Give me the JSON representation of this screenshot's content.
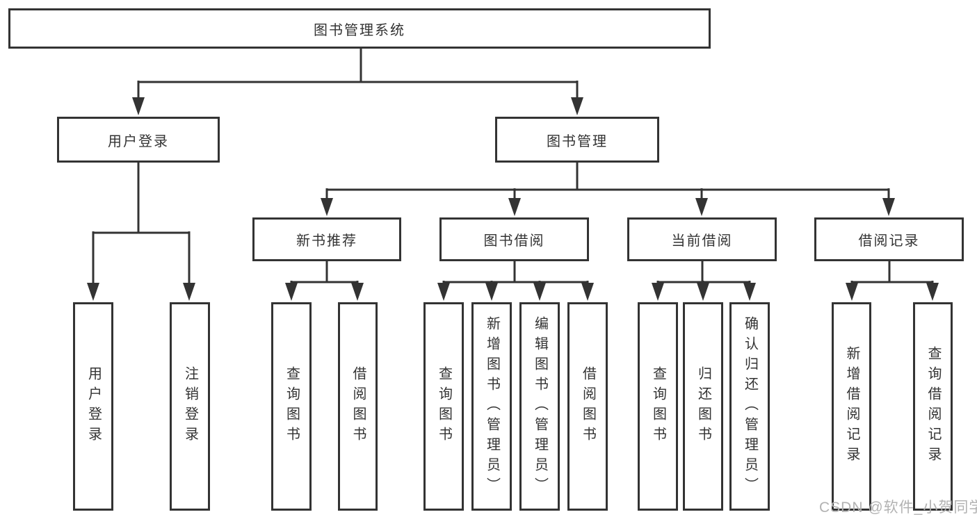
{
  "root": {
    "label": "图书管理系统",
    "children": [
      {
        "label": "用户登录",
        "children": [
          {
            "label": "用户登录"
          },
          {
            "label": "注销登录"
          }
        ]
      },
      {
        "label": "图书管理",
        "children": [
          {
            "label": "新书推荐",
            "children": [
              {
                "label": "查询图书"
              },
              {
                "label": "借阅图书"
              }
            ]
          },
          {
            "label": "图书借阅",
            "children": [
              {
                "label": "查询图书"
              },
              {
                "label": "新增图书（管理员）"
              },
              {
                "label": "编辑图书（管理员）"
              },
              {
                "label": "借阅图书"
              }
            ]
          },
          {
            "label": "当前借阅",
            "children": [
              {
                "label": "查询图书"
              },
              {
                "label": "归还图书"
              },
              {
                "label": "确认归还（管理员）"
              }
            ]
          },
          {
            "label": "借阅记录",
            "children": [
              {
                "label": "新增借阅记录"
              },
              {
                "label": "查询借阅记录"
              }
            ]
          }
        ]
      }
    ]
  },
  "watermark": {
    "text": "CSDN @软件_小贺同学"
  },
  "colors": {
    "line": "#333333",
    "box_border": "#333333",
    "text": "#333333",
    "background": "#ffffff",
    "watermark_text": "#b2b2b2"
  }
}
